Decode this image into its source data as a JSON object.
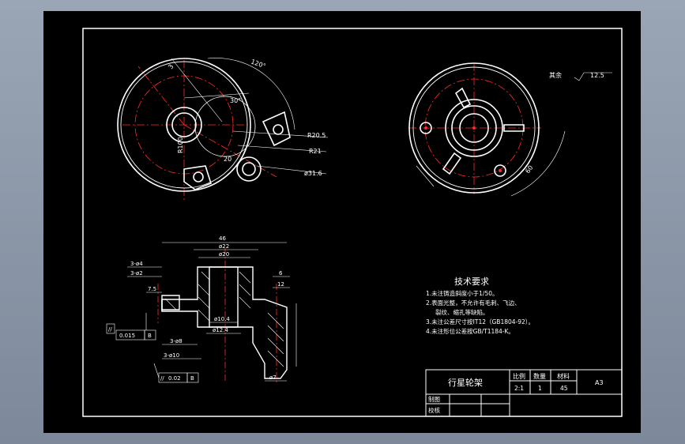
{
  "top_view": {
    "angle_120": "120°",
    "angle_30": "30°",
    "dim_r3": "3",
    "dim_r20_5": "R20.5",
    "dim_r21": "R21",
    "dim_d31_6": "ø31.6",
    "dim_r100": "R100",
    "dim_r20": "20"
  },
  "right_view": {
    "roughness_note": "其余",
    "roughness_value": "12.5",
    "angle_60": "60"
  },
  "section_view": {
    "dim_46": "46",
    "dim_d22": "ø22",
    "dim_d20": "ø20",
    "dim_3d4": "3-ø4",
    "dim_3d2": "3-ø2",
    "dim_7_5": "7.5",
    "dim_d10_4": "ø10.4",
    "dim_d12_4": "ø12.4",
    "dim_3d8": "3-ø8",
    "dim_3d10": "3-ø10",
    "dim_6": "6",
    "dim_12": "12",
    "dim_d7": "ø7",
    "tol1_sym": "//",
    "tol1_val": "0.015",
    "tol1_ref": "B",
    "tol2_sym": "//",
    "tol2_val": "0.02",
    "tol2_ref": "B"
  },
  "tech_req": {
    "title": "技术要求",
    "lines": [
      "1.未注铸造斜度小于1/50。",
      "2.表面光整，不允许有毛刺、飞边、",
      "裂纹、缩孔等缺陷。",
      "3.未注公差尺寸按IT12（GB1804-92）。",
      "4.未注形位公差按GB/T1184-K。"
    ]
  },
  "title_block": {
    "part_name": "行星轮架",
    "col_scale": "比例",
    "col_qty": "数量",
    "col_material": "材料",
    "scale": "2:1",
    "qty": "1",
    "material": "45",
    "sheet_size": "A3",
    "drawn": "制图",
    "checked": "校核"
  },
  "colors": {
    "background": "#000000",
    "line_white": "#ffffff",
    "center_red": "#ff2a2a",
    "frame_outer": "#8e9aab"
  }
}
